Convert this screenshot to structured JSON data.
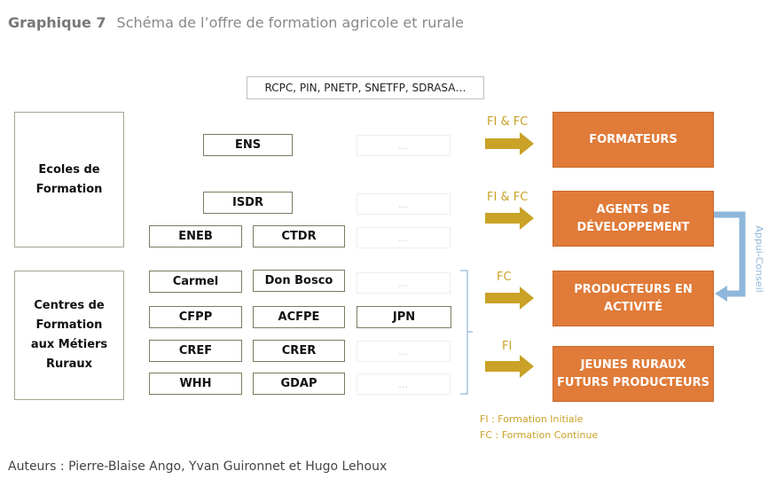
{
  "heading": {
    "number": "Graphique 7",
    "title": "Schéma de l’offre de formation agricole et rurale"
  },
  "standards": "RCPC, PIN, PNETP, SNETFP, SDRASA…",
  "groups": {
    "ecoles": "Ecoles de\nFormation",
    "centres": "Centres de\nFormation\naux  Métiers\nRuraux"
  },
  "institutions": {
    "ens": "ENS",
    "isdr": "ISDR",
    "eneb": "ENEB",
    "ctdr": "CTDR",
    "carmel": "Carmel",
    "don_bosco": "Don Bosco",
    "cfpp": "CFPP",
    "acfpe": "ACFPE",
    "jpn": "JPN",
    "cref": "CREF",
    "crer": "CRER",
    "whh": "WHH",
    "gdap": "GDAP"
  },
  "ellipsis": "…",
  "flow_labels": {
    "f1": "FI & FC",
    "f2": "FI & FC",
    "f3": "FC",
    "f4": "FI"
  },
  "outputs": {
    "formateurs": "FORMATEURS",
    "agents": "AGENTS DE\nDÉVELOPPEMENT",
    "producteurs": "PRODUCTEURS EN\nACTIVITÉ",
    "jeunes": "JEUNES RURAUX\nFUTURS PRODUCTEURS"
  },
  "appui_label": "Appui-Conseil",
  "legend": {
    "fi": "FI : Formation Initiale",
    "fc": "FC : Formation Continue"
  },
  "authors": "Auteurs : Pierre-Blaise Ango, Yvan Guironnet et Hugo Lehoux",
  "colors": {
    "arrow": "#c9a227",
    "output": "#e07b39",
    "appui": "#8fb7db",
    "bracket": "#a8c4de"
  }
}
